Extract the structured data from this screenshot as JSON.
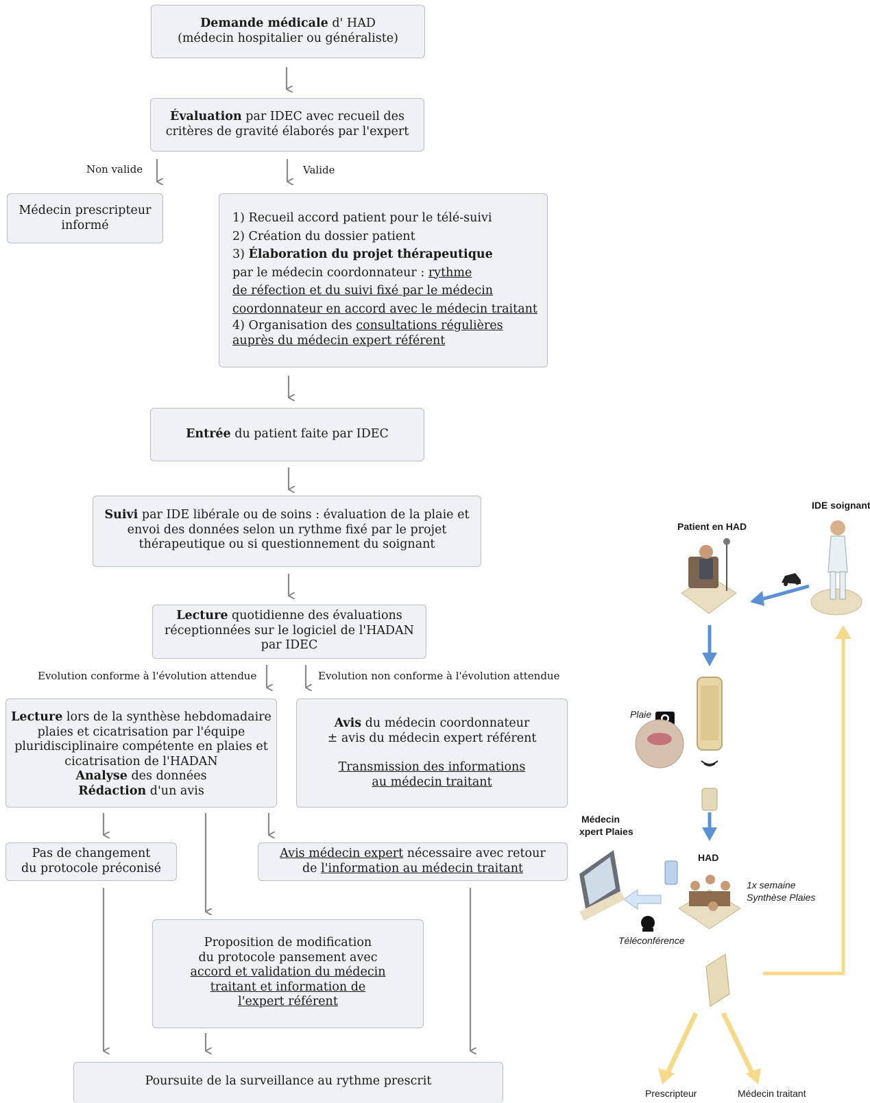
{
  "flow": {
    "b1": {
      "bold": "Demande médicale",
      "rest": " d' HAD",
      "line2": "(médecin hospitalier ou généraliste)"
    },
    "b2": {
      "bold": "Évaluation",
      "rest": " par IDEC avec recueil des",
      "line2": "critères de gravité élaborés par l'expert"
    },
    "lbl_nonvalide": "Non valide",
    "lbl_valide": "Valide",
    "b3": {
      "line1": "Médecin prescripteur",
      "line2": "informé"
    },
    "b4": {
      "l1": "1) Recueil accord patient pour le télé-suivi",
      "l2": "2) Création du dossier patient",
      "l3_num": "3) ",
      "l3_bold": "Élaboration du projet thérapeutique",
      "l4a": "par le médecin coordonnateur : ",
      "l4b": "rythme",
      "l5": "de réfection et du suivi fixé par le médecin",
      "l6": "coordonnateur en accord avec le médecin traitant",
      "l7a": "4) Organisation des ",
      "l7b": "consultations régulières",
      "l8": "auprès du médecin expert référent"
    },
    "b5": {
      "bold": "Entrée",
      "rest": " du patient faite par IDEC"
    },
    "b6": {
      "bold": "Suivi",
      "rest": " par IDE libérale ou de soins : évaluation de la plaie et",
      "line2": "envoi des données selon un rythme fixé par le projet",
      "line3": "thérapeutique ou si questionnement du soignant"
    },
    "b7": {
      "bold": "Lecture",
      "rest": " quotidienne des évaluations",
      "line2": "réceptionnées sur le logiciel de l'HADAN",
      "line3": "par IDEC"
    },
    "lbl_conforme": "Evolution conforme à l'évolution attendue",
    "lbl_nonconforme": "Evolution non conforme à l'évolution attendue",
    "b8": {
      "bold1": "Lecture",
      "rest1": " lors de la synthèse hebdomadaire",
      "line2": "plaies et cicatrisation par l'équipe",
      "line3": "pluridisciplinaire compétente en plaies et",
      "line4": "cicatrisation de l'HADAN",
      "bold5": "Analyse",
      "rest5": " des données",
      "bold6": "Rédaction",
      "rest6": " d'un avis"
    },
    "b9": {
      "bold": "Avis",
      "rest": " du médecin coordonnateur",
      "line2": "± avis du médecin expert référent",
      "line3": "Transmission des informations",
      "line4": "au médecin traitant"
    },
    "b10": {
      "line1": "Pas de changement",
      "line2": "du protocole préconisé"
    },
    "b11": {
      "u1": "Avis médecin expert",
      "rest1": " nécessaire avec retour",
      "pre2": "de ",
      "u2": "l'information au médecin traitant"
    },
    "b12": {
      "line1": "Proposition de modification",
      "line2": "du protocole pansement avec",
      "line3": "accord et validation du médecin",
      "line4": "traitant et information de",
      "line5": "l'expert référent"
    },
    "b13": "Poursuite de la surveillance au rythme prescrit"
  },
  "illustration": {
    "ide_soignant": "IDE soignant",
    "patient_had": "Patient en HAD",
    "plaie": "Plaie",
    "medecin_expert_1": "Médecin",
    "medecin_expert_2": "xpert Plaies",
    "had": "HAD",
    "synthese_1": "1x semaine",
    "synthese_2": "Synthèse Plaies",
    "teleconference": "Téléconférence",
    "prescripteur": "Prescripteur",
    "medecin_traitant": "Médecin traitant",
    "colors": {
      "blue_arrow": "#5b8fd6",
      "yellow_arrow": "#f6d98a",
      "light_blue_arrow": "#b8cff0"
    }
  }
}
